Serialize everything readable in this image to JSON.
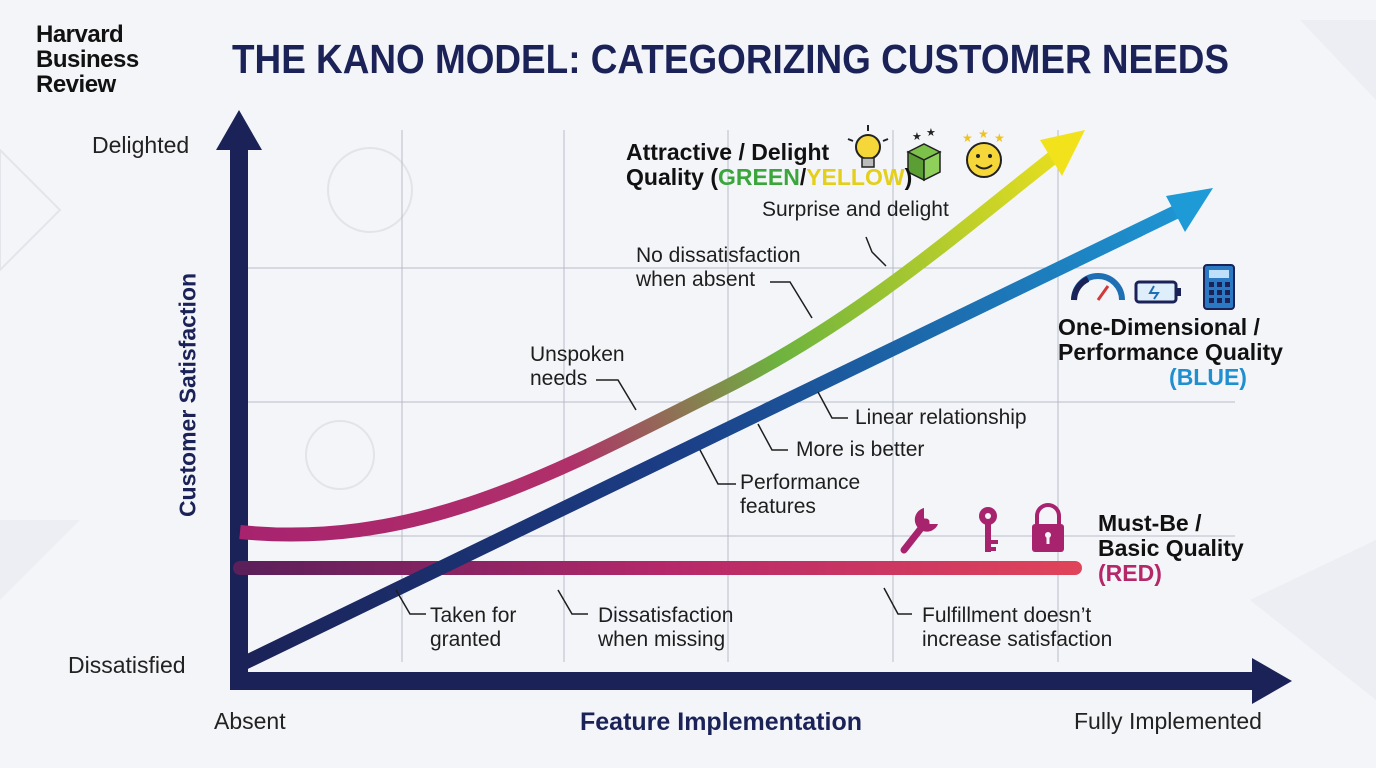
{
  "brand": {
    "line1": "Harvard",
    "line2": "Business",
    "line3": "Review"
  },
  "title": "THE KANO MODEL: CATEGORIZING CUSTOMER NEEDS",
  "axes": {
    "y_title": "Customer Satisfaction",
    "y_top": "Delighted",
    "y_bottom": "Dissatisfied",
    "x_title": "Feature Implementation",
    "x_left": "Absent",
    "x_right": "Fully Implemented"
  },
  "categories": {
    "attractive": {
      "line1": "Attractive / Delight",
      "line2_prefix": "Quality (",
      "green": "GREEN",
      "slash": "/",
      "yellow": "YELLOW",
      "suffix": ")",
      "icons": [
        "lightbulb-icon",
        "gift-box-icon",
        "smiley-stars-icon"
      ]
    },
    "performance": {
      "line1": "One-Dimensional /",
      "line2": "Performance Quality",
      "line3": "(BLUE)",
      "icons": [
        "speedometer-icon",
        "battery-icon",
        "calculator-icon"
      ]
    },
    "must_be": {
      "line1": "Must-Be /",
      "line2": "Basic Quality",
      "line3": "(RED)",
      "icons": [
        "wrench-icon",
        "key-icon",
        "padlock-icon"
      ]
    }
  },
  "annotations": {
    "surprise": "Surprise and delight",
    "no_dissat_1": "No dissatisfaction",
    "no_dissat_2": "when absent",
    "unspoken_1": "Unspoken",
    "unspoken_2": "needs",
    "linear": "Linear relationship",
    "more_better": "More is better",
    "perf_feat_1": "Performance",
    "perf_feat_2": "features",
    "taken_1": "Taken for",
    "taken_2": "granted",
    "dissat_missing_1": "Dissatisfaction",
    "dissat_missing_2": "when missing",
    "fulfill_1": "Fulfillment doesn’t",
    "fulfill_2": "increase satisfaction"
  },
  "colors": {
    "navy": "#1b2257",
    "attractive_start": "#a8236e",
    "attractive_mid": "#6db33f",
    "attractive_end": "#f2e21c",
    "performance_start": "#1b2d6b",
    "performance_end": "#1e9ad6",
    "must_be_start": "#5b1f5a",
    "must_be_end": "#e0445a",
    "icon_red": "#a8236e",
    "icon_blue": "#1f6fb5"
  }
}
